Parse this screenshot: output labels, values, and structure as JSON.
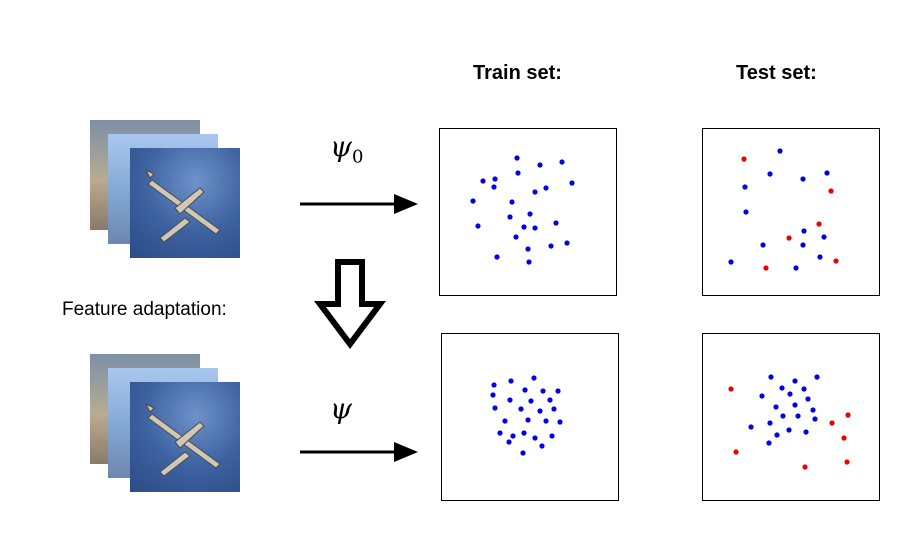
{
  "titles": {
    "train": "Train set:",
    "test": "Test set:"
  },
  "labels": {
    "feature_adaptation": "Feature adaptation:",
    "psi0_symbol": "ψ",
    "psi0_subscript": "0",
    "psi_symbol": "ψ"
  },
  "colors": {
    "blue_point": "#0000ee",
    "red_point": "#ee0000",
    "arrow": "#000000"
  },
  "icons": {
    "image_stack": "airplane-image-stack-icon",
    "down_arrow": "hollow-down-arrow-icon",
    "right_arrow": "right-arrow-icon"
  }
}
